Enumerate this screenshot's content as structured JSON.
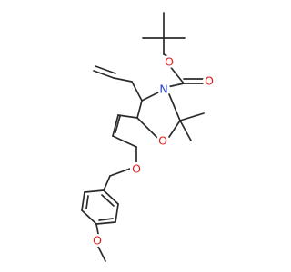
{
  "atoms": {
    "carbonyl_o": {
      "label": "O",
      "color": "#e0201f"
    },
    "ester_o": {
      "label": "O",
      "color": "#e0201f"
    },
    "ring_n": {
      "label": "N",
      "color": "#2a3fcf"
    },
    "ring_o": {
      "label": "O",
      "color": "#e0201f"
    },
    "ether_o": {
      "label": "O",
      "color": "#e0201f"
    },
    "methoxy_o": {
      "label": "O",
      "color": "#e0201f"
    }
  },
  "bond_color": "#2b2b2b"
}
